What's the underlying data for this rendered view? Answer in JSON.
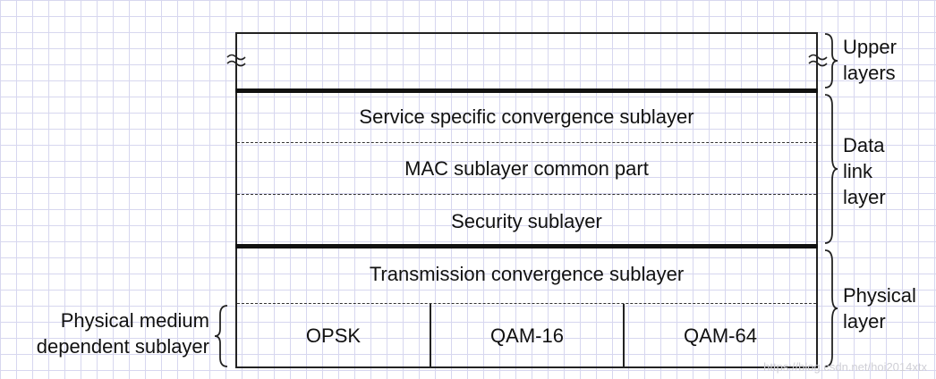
{
  "stack": {
    "service_specific": "Service specific convergence sublayer",
    "mac_common": "MAC sublayer common part",
    "security": "Security sublayer",
    "transmission": "Transmission convergence sublayer",
    "modulations": [
      "OPSK",
      "QAM-16",
      "QAM-64"
    ]
  },
  "side_labels": {
    "upper": [
      "Upper",
      "layers"
    ],
    "data_link": [
      "Data",
      "link",
      "layer"
    ],
    "physical": [
      "Physical",
      "layer"
    ],
    "pmd": [
      "Physical medium",
      "dependent sublayer"
    ]
  },
  "watermark": "https://blog.csdn.net/hoi2014xtx"
}
